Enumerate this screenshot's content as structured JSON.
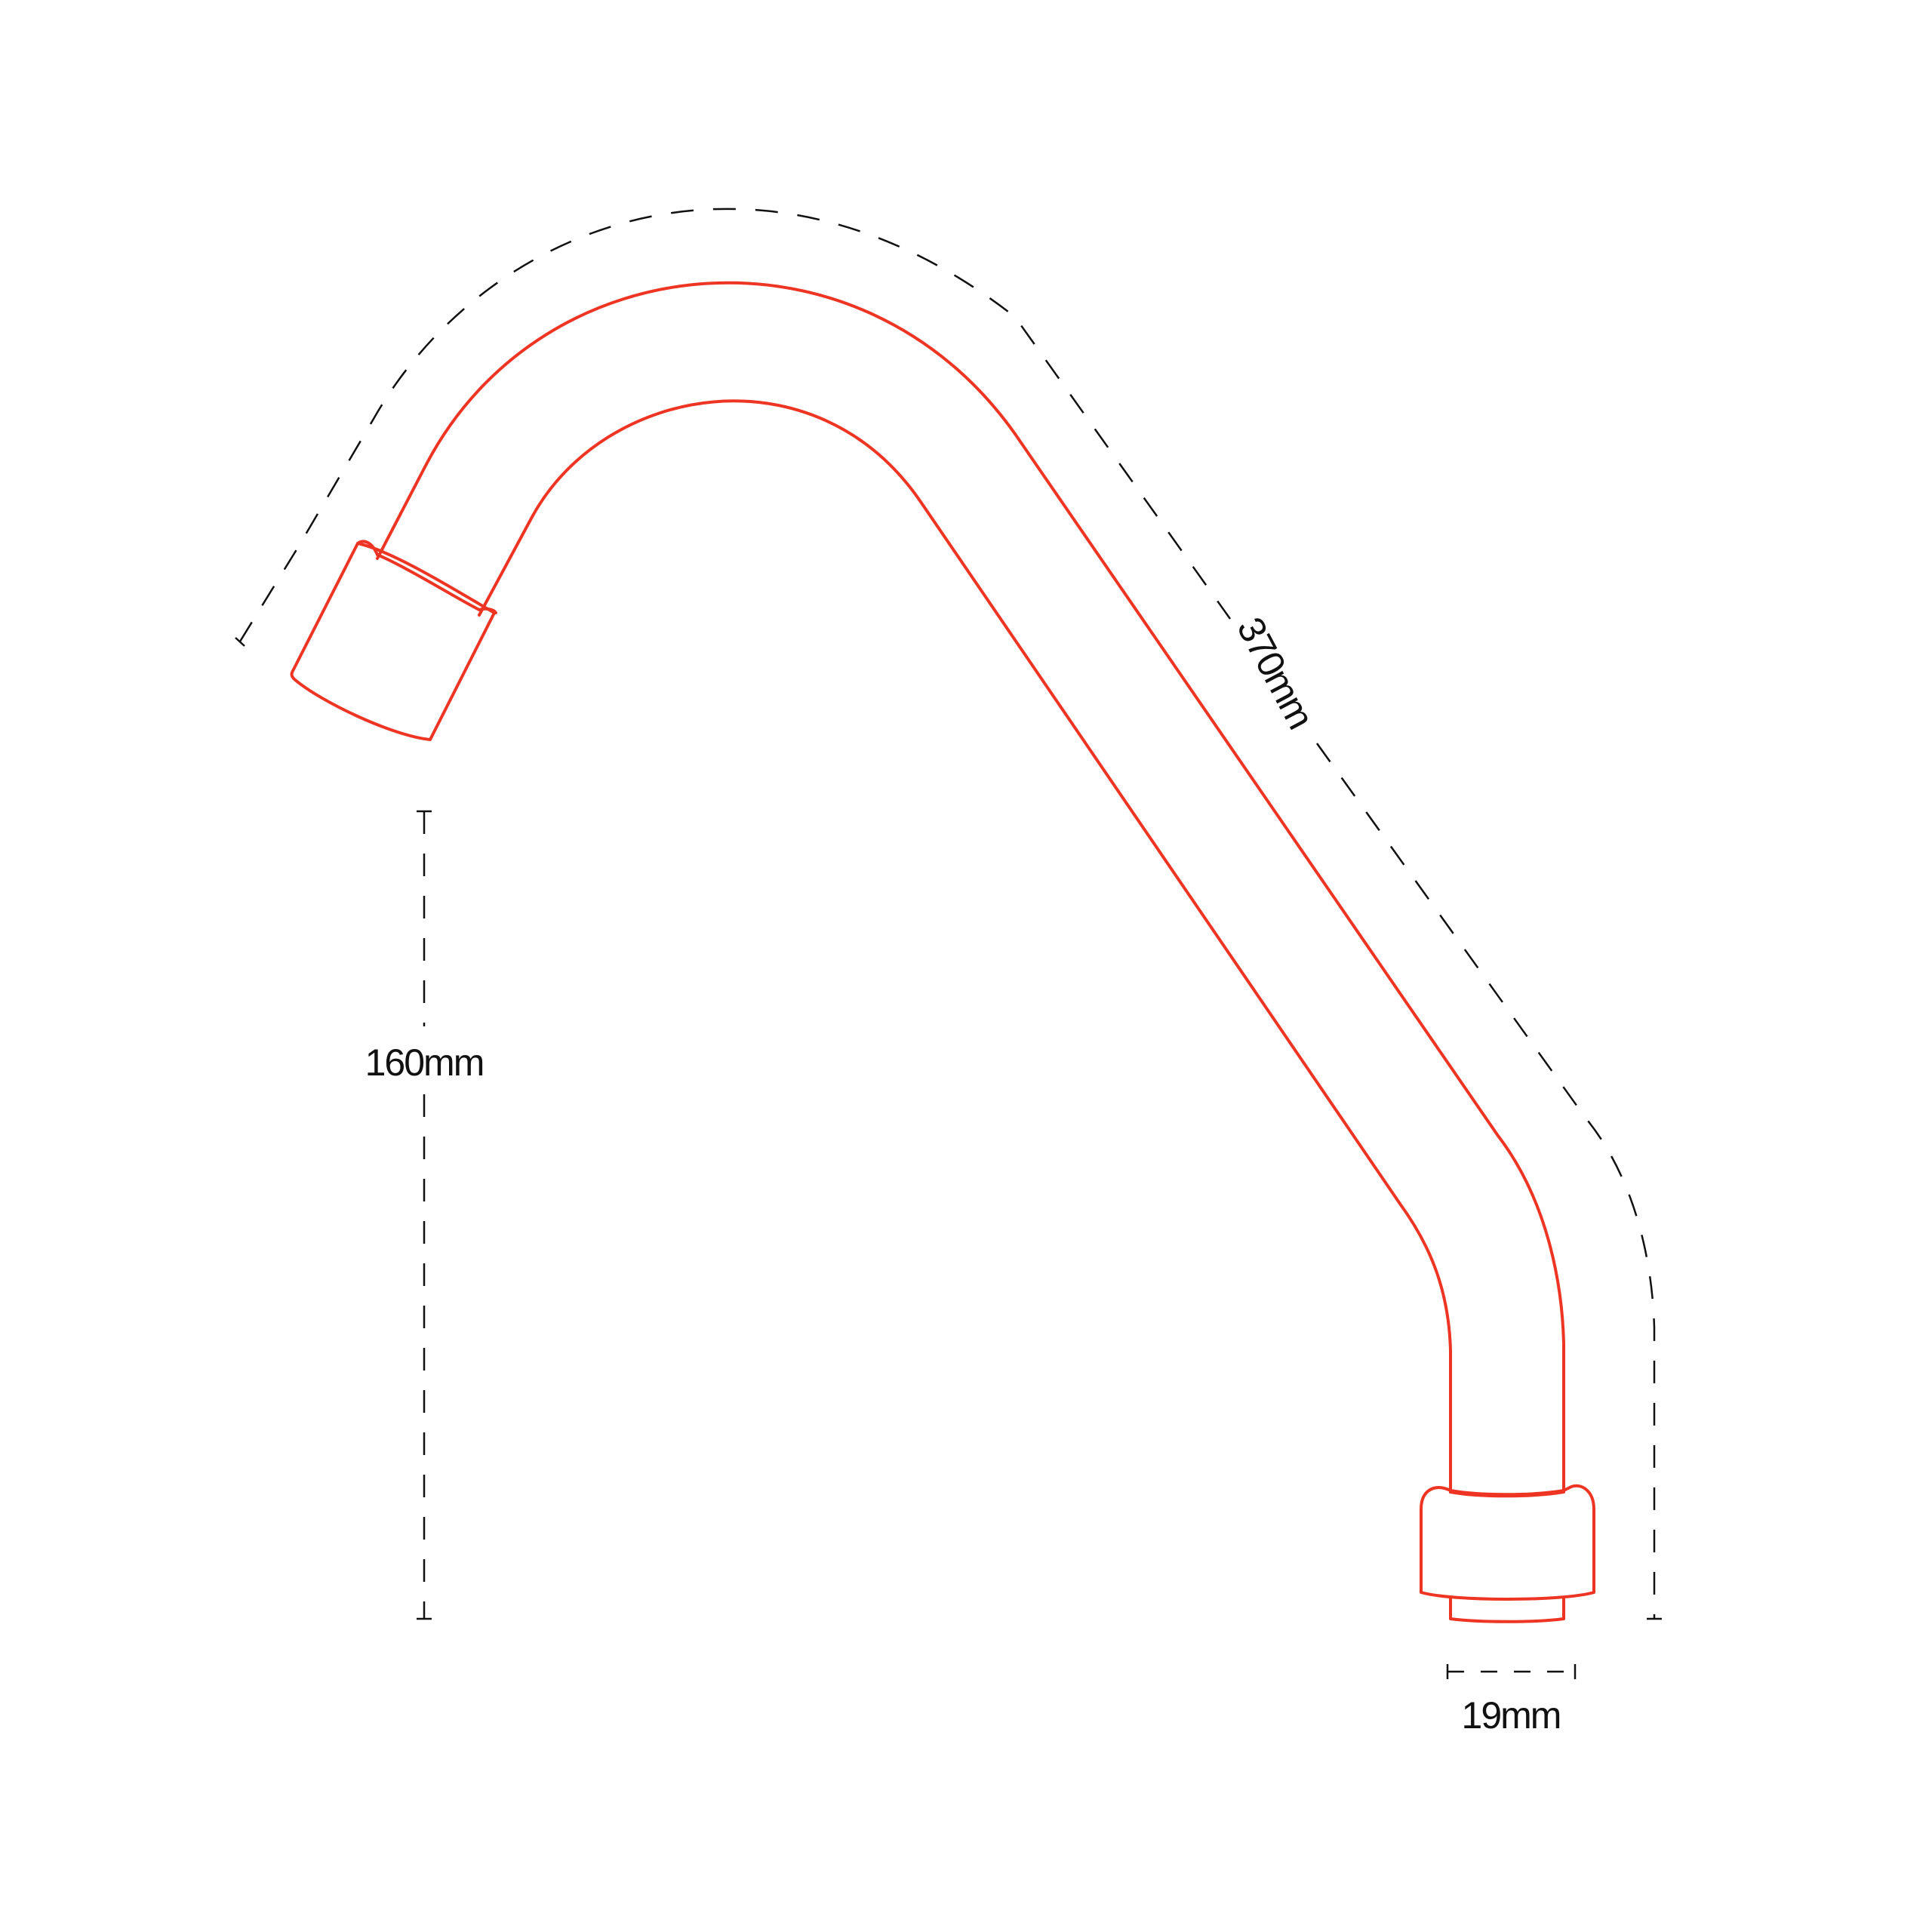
{
  "colors": {
    "spout_outline": "#ee3524",
    "dimension_lines": "#111111",
    "labels": "#111111",
    "background": "#ffffff"
  },
  "dimensions": {
    "length_label": "370mm",
    "height_label": "160mm",
    "diameter_label": "19mm"
  }
}
